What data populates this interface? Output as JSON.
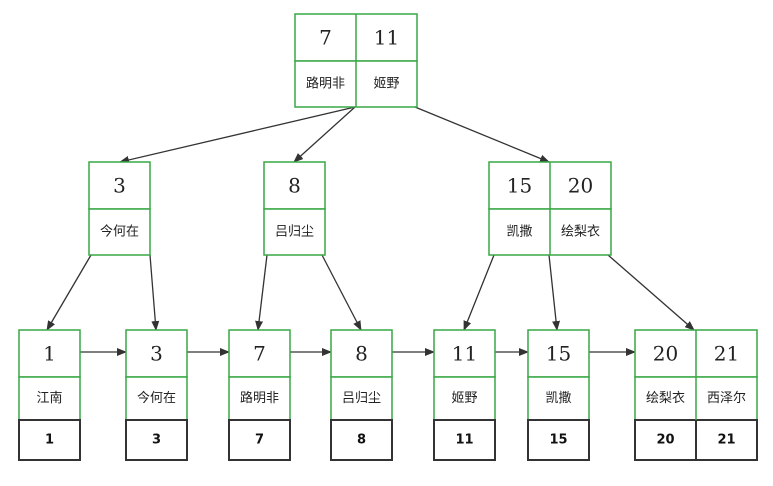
{
  "colors": {
    "node_border": "#39a845",
    "leaf_data_border": "#333333",
    "arrow": "#333333",
    "text": "#222222"
  },
  "internal_nodes": [
    {
      "id": "root",
      "cells": [
        {
          "key": "7",
          "value": "路明非"
        },
        {
          "key": "11",
          "value": "姬野"
        }
      ]
    },
    {
      "id": "inner-3",
      "cells": [
        {
          "key": "3",
          "value": "今何在"
        }
      ]
    },
    {
      "id": "inner-8",
      "cells": [
        {
          "key": "8",
          "value": "吕归尘"
        }
      ]
    },
    {
      "id": "inner-15-20",
      "cells": [
        {
          "key": "15",
          "value": "凯撒"
        },
        {
          "key": "20",
          "value": "绘梨衣"
        }
      ]
    }
  ],
  "leaf_nodes": [
    {
      "id": "leaf-1",
      "cells": [
        {
          "key": "1",
          "value": "江南",
          "row": "1"
        }
      ]
    },
    {
      "id": "leaf-3",
      "cells": [
        {
          "key": "3",
          "value": "今何在",
          "row": "3"
        }
      ]
    },
    {
      "id": "leaf-7",
      "cells": [
        {
          "key": "7",
          "value": "路明非",
          "row": "7"
        }
      ]
    },
    {
      "id": "leaf-8",
      "cells": [
        {
          "key": "8",
          "value": "吕归尘",
          "row": "8"
        }
      ]
    },
    {
      "id": "leaf-11",
      "cells": [
        {
          "key": "11",
          "value": "姬野",
          "row": "11"
        }
      ]
    },
    {
      "id": "leaf-15",
      "cells": [
        {
          "key": "15",
          "value": "凯撒",
          "row": "15"
        }
      ]
    },
    {
      "id": "leaf-20-21",
      "cells": [
        {
          "key": "20",
          "value": "绘梨衣",
          "row": "20"
        },
        {
          "key": "21",
          "value": "西泽尔",
          "row": "21"
        }
      ]
    }
  ],
  "edges": [
    {
      "from": "root",
      "to": "inner-3"
    },
    {
      "from": "root",
      "to": "inner-8"
    },
    {
      "from": "root",
      "to": "inner-15-20"
    },
    {
      "from": "inner-3",
      "to": "leaf-1"
    },
    {
      "from": "inner-3",
      "to": "leaf-3"
    },
    {
      "from": "inner-8",
      "to": "leaf-7"
    },
    {
      "from": "inner-8",
      "to": "leaf-8"
    },
    {
      "from": "inner-15-20",
      "to": "leaf-11"
    },
    {
      "from": "inner-15-20",
      "to": "leaf-15"
    },
    {
      "from": "inner-15-20",
      "to": "leaf-20-21"
    }
  ],
  "leaf_links": [
    {
      "from": "leaf-1",
      "to": "leaf-3"
    },
    {
      "from": "leaf-3",
      "to": "leaf-7"
    },
    {
      "from": "leaf-7",
      "to": "leaf-8"
    },
    {
      "from": "leaf-8",
      "to": "leaf-11"
    },
    {
      "from": "leaf-11",
      "to": "leaf-15"
    },
    {
      "from": "leaf-15",
      "to": "leaf-20-21"
    }
  ]
}
